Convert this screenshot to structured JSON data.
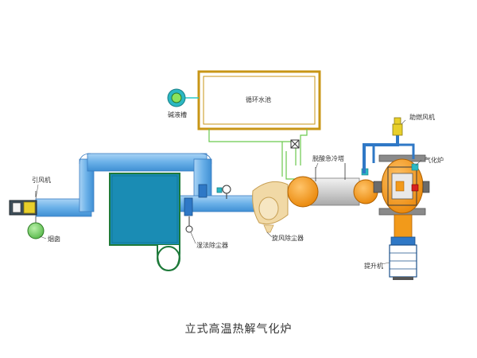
{
  "caption": "立式高温热解气化炉",
  "labels": {
    "circulating_pool": "循环水池",
    "alkali_pump": "碱液槽",
    "induced_fan": "引风机",
    "chimney": "烟囱",
    "water_dust_collector": "湿法除尘器",
    "cyclone_dust_collector": "旋风除尘器",
    "acid_cooling_tower": "脱酸急冷塔",
    "secondary_fan": "助燃风机",
    "furnace": "气化炉",
    "elevator": "提升机"
  },
  "colors": {
    "duct_blue": "#6ab0e8",
    "duct_outline": "#3a7cc0",
    "scrubber_fill": "#1a8cb4",
    "scrubber_border": "#1e7a3a",
    "pool_border": "#c89616",
    "orange": "#f29a1a",
    "cyclone_tan": "#f1d9a6",
    "fan_yellow": "#e8cf2a",
    "green": "#5fc05a",
    "steel_blue": "#2f78c6",
    "gray": "#cfcfcf"
  }
}
